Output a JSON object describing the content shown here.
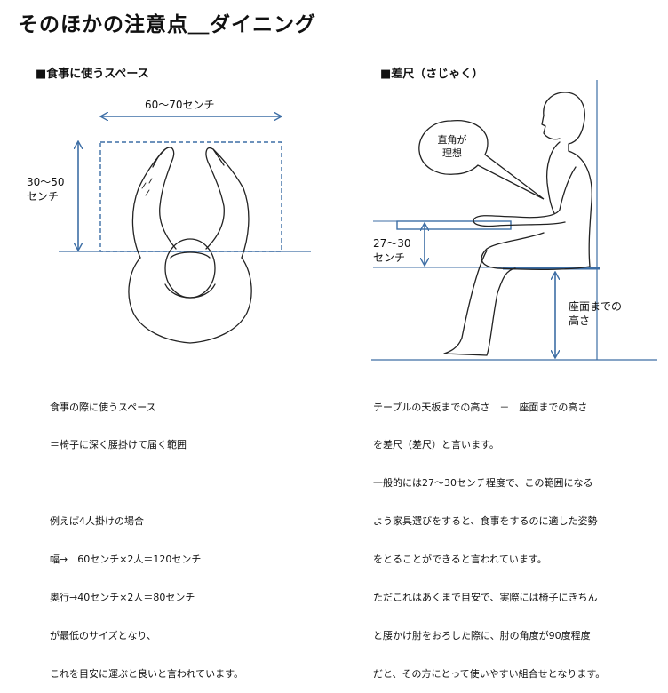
{
  "title": "そのほかの注意点＿ダイニング",
  "left": {
    "heading": "■食事に使うスペース",
    "width_label": "60～70センチ",
    "depth_label": [
      "30～50",
      "センチ"
    ],
    "description": [
      "食事の際に使うスペース",
      "＝椅子に深く腰掛けて届く範囲",
      "",
      "例えば4人掛けの場合",
      "幅→　60センチ×2人＝120センチ",
      "奥行→40センチ×2人＝80センチ",
      "が最低のサイズとなり、",
      "これを目安に運ぶと良いと言われています。"
    ]
  },
  "right": {
    "heading": "■差尺（さじゃく）",
    "bubble": [
      "直角が",
      "理想"
    ],
    "height_label": [
      "27～30",
      "センチ"
    ],
    "seat_label": [
      "座面までの",
      "高さ"
    ],
    "description": [
      "テーブルの天板までの高さ　－　座面までの高さ",
      "を差尺（差尺）と言います。",
      "一般的には27～30センチ程度で、この範囲になる",
      "よう家具選びをすると、食事をするのに適した姿勢",
      "をとることができると言われています。",
      "ただこれはあくまで目安で、実際には椅子にきちん",
      "と腰かけ肘をおろした際に、肘の角度が90度程度",
      "だと、その方にとって使いやすい組合せとなります。"
    ]
  },
  "colors": {
    "accent": "#3d6ea5",
    "line": "#222222"
  }
}
